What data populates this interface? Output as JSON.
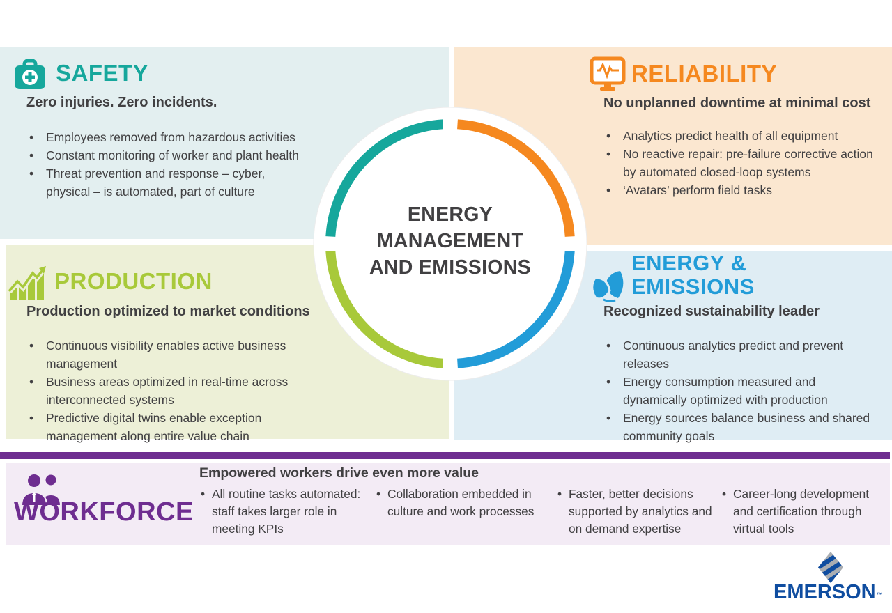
{
  "colors": {
    "safety": "#16A79C",
    "safety_bg": "#E3EFF0",
    "reliability": "#F5881F",
    "reliability_bg": "#FBE7D0",
    "production": "#A8C93A",
    "production_bg": "#EDF0D7",
    "energy": "#229CD8",
    "energy_bg": "#DFEDF4",
    "workforce": "#6E2D90",
    "workforce_bg": "#F3EBF5",
    "text": "#414042",
    "emerson": "#0F4DA0"
  },
  "center": {
    "title_lines": [
      "ENERGY",
      "MANAGEMENT",
      "AND EMISSIONS"
    ]
  },
  "quadrants": [
    {
      "id": "safety",
      "icon": "first-aid-kit",
      "title": "SAFETY",
      "heading": "Zero injuries. Zero incidents.",
      "bullets": [
        "Employees removed from hazardous activities",
        "Constant monitoring of worker and plant health",
        "Threat prevention and response – cyber, physical – is automated, part of culture"
      ]
    },
    {
      "id": "reliability",
      "icon": "monitor-pulse",
      "title": "RELIABILITY",
      "heading": "No unplanned downtime at minimal cost",
      "bullets": [
        "Analytics predict health of all equipment",
        "No reactive repair: pre-failure corrective action by automated closed-loop systems",
        "‘Avatars’ perform field tasks"
      ]
    },
    {
      "id": "production",
      "icon": "bar-chart-growth",
      "title": "PRODUCTION",
      "heading": "Production optimized to market conditions",
      "bullets": [
        "Continuous visibility enables active business management",
        "Business areas optimized in real-time across interconnected systems",
        "Predictive digital twins enable exception management along entire value chain"
      ]
    },
    {
      "id": "energy-emissions",
      "icon": "leaves",
      "title_lines": [
        "ENERGY &",
        "EMISSIONS"
      ],
      "heading": "Recognized sustainability leader",
      "bullets": [
        "Continuous analytics predict and prevent releases",
        "Energy consumption measured and dynamically optimized with production",
        "Energy sources balance business and shared community goals"
      ]
    }
  ],
  "workforce": {
    "icon": "people",
    "title": "WORKFORCE",
    "heading": "Empowered workers drive even more value",
    "bullets": [
      "All routine tasks automated: staff takes larger role in meeting KPIs",
      "Collaboration embedded in culture and work processes",
      "Faster, better decisions supported by analytics and on demand expertise",
      "Career-long development and certification through virtual tools"
    ]
  },
  "logo": {
    "text": "EMERSON",
    "tm": "™"
  }
}
